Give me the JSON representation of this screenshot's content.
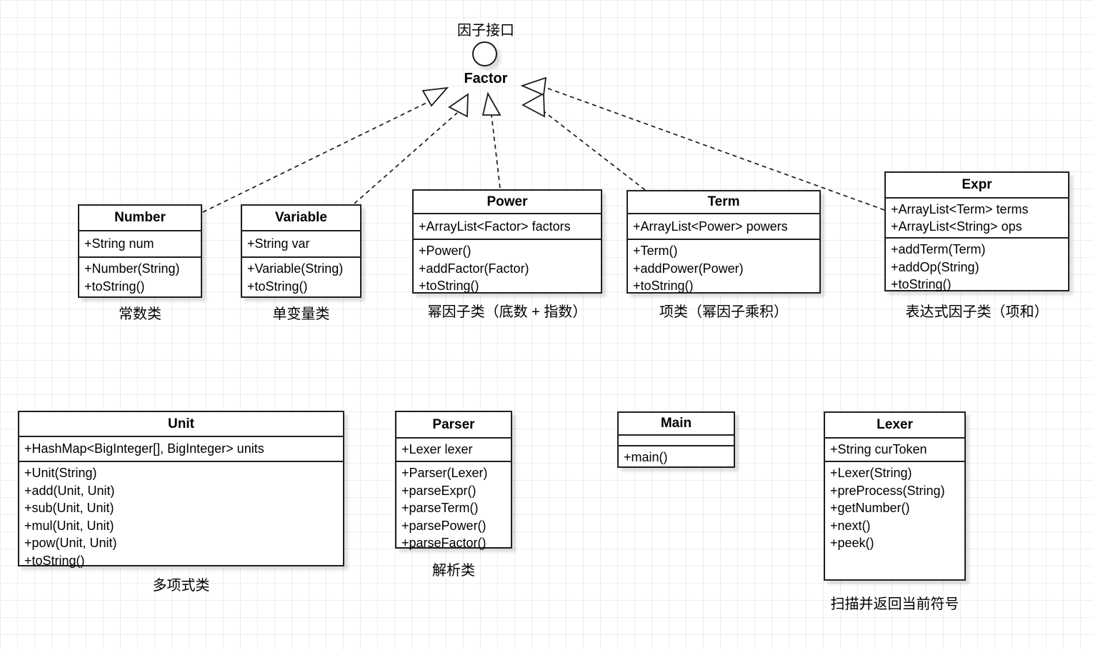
{
  "interface": {
    "annotation": "因子接口",
    "name": "Factor"
  },
  "classes": [
    {
      "id": "number",
      "name": "Number",
      "attributes": [
        "+String num"
      ],
      "methods": [
        "+Number(String)",
        "+toString()"
      ],
      "caption": "常数类"
    },
    {
      "id": "variable",
      "name": "Variable",
      "attributes": [
        "+String var"
      ],
      "methods": [
        "+Variable(String)",
        "+toString()"
      ],
      "caption": "单变量类"
    },
    {
      "id": "power",
      "name": "Power",
      "attributes": [
        "+ArrayList<Factor> factors"
      ],
      "methods": [
        "+Power()",
        "+addFactor(Factor)",
        "+toString()"
      ],
      "caption": "幂因子类（底数 + 指数）"
    },
    {
      "id": "term",
      "name": "Term",
      "attributes": [
        "+ArrayList<Power> powers"
      ],
      "methods": [
        "+Term()",
        "+addPower(Power)",
        "+toString()"
      ],
      "caption": "项类（幂因子乘积）"
    },
    {
      "id": "expr",
      "name": "Expr",
      "attributes": [
        "+ArrayList<Term> terms",
        "+ArrayList<String> ops"
      ],
      "methods": [
        "+addTerm(Term)",
        "+addOp(String)",
        "+toString()"
      ],
      "caption": "表达式因子类（项和）"
    },
    {
      "id": "unit",
      "name": "Unit",
      "attributes": [
        "+HashMap<BigInteger[], BigInteger> units"
      ],
      "methods": [
        "+Unit(String)",
        "+add(Unit, Unit)",
        "+sub(Unit, Unit)",
        "+mul(Unit, Unit)",
        "+pow(Unit, Unit)",
        "+toString()"
      ],
      "caption": "多项式类"
    },
    {
      "id": "parser",
      "name": "Parser",
      "attributes": [
        "+Lexer lexer"
      ],
      "methods": [
        "+Parser(Lexer)",
        "+parseExpr()",
        "+parseTerm()",
        "+parsePower()",
        "+parseFactor()"
      ],
      "caption": "解析类"
    },
    {
      "id": "main",
      "name": "Main",
      "attributes": [],
      "methods": [
        "+main()"
      ],
      "caption": ""
    },
    {
      "id": "lexer",
      "name": "Lexer",
      "attributes": [
        "+String curToken"
      ],
      "methods": [
        "+Lexer(String)",
        "+preProcess(String)",
        "+getNumber()",
        "+next()",
        "+peek()"
      ],
      "caption": "扫描并返回当前符号"
    }
  ],
  "relationships": [
    {
      "from": "Number",
      "to": "Factor",
      "type": "realization"
    },
    {
      "from": "Variable",
      "to": "Factor",
      "type": "realization"
    },
    {
      "from": "Power",
      "to": "Factor",
      "type": "realization"
    },
    {
      "from": "Term",
      "to": "Factor",
      "type": "realization"
    },
    {
      "from": "Expr",
      "to": "Factor",
      "type": "realization"
    }
  ],
  "colors": {
    "stroke": "#1f1f1f",
    "background": "#ffffff",
    "grid": "#ececec"
  }
}
